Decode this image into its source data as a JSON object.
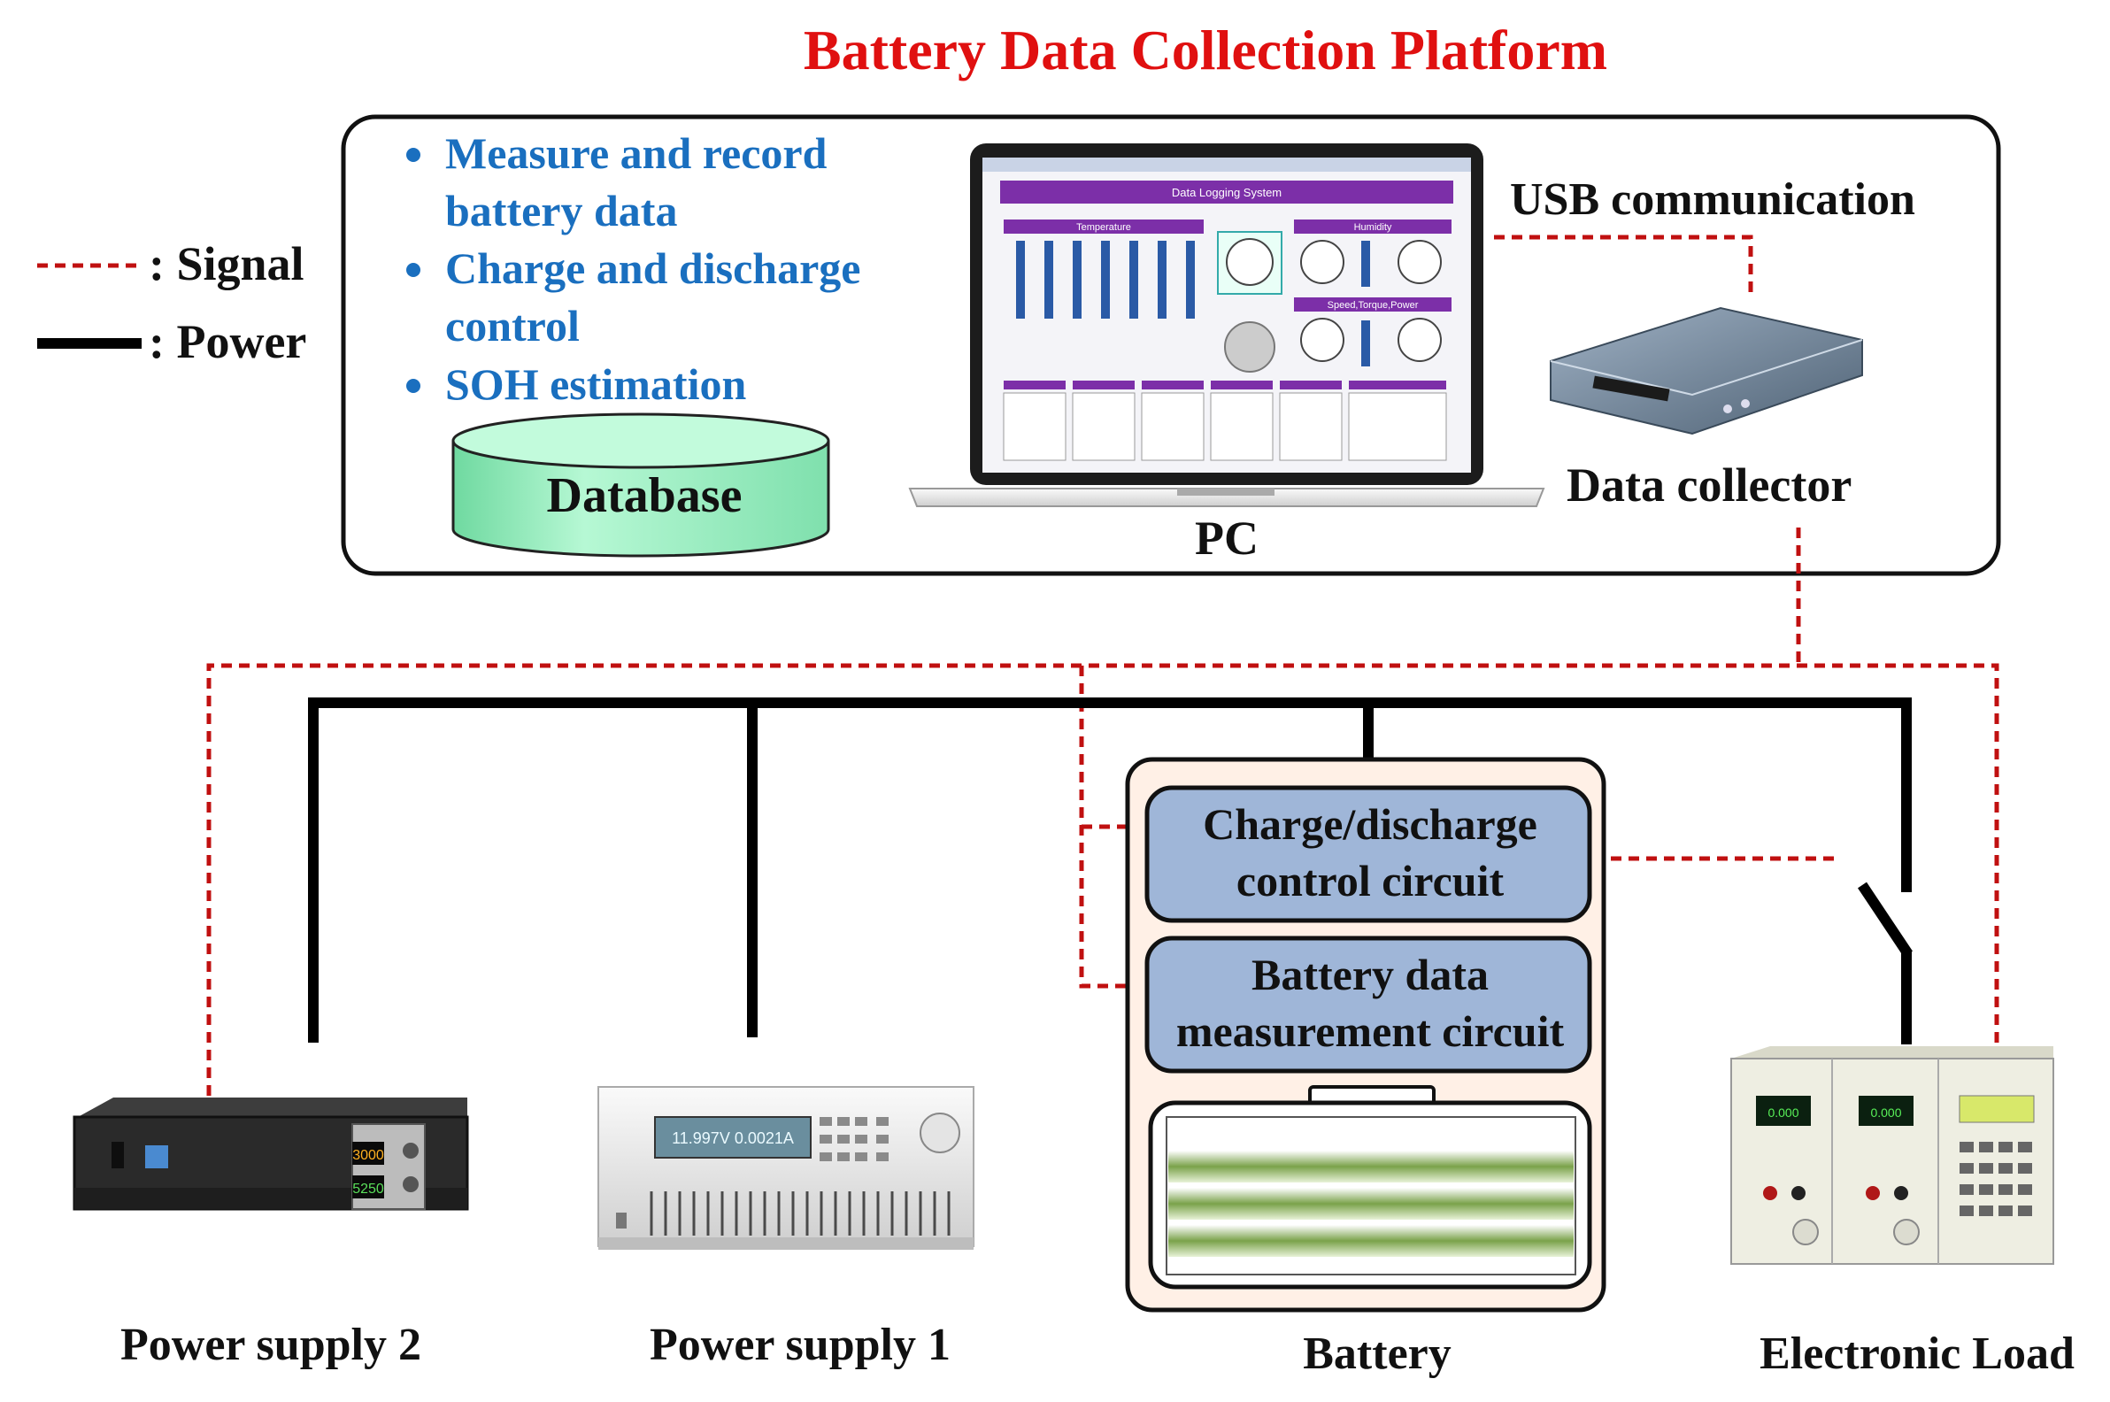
{
  "title": "Battery Data Collection Platform",
  "legend": {
    "signal_label": ": Signal",
    "power_label": ": Power"
  },
  "features": [
    "Measure and record",
    "battery data",
    "Charge and discharge",
    "control",
    "SOH estimation"
  ],
  "database_label": "Database",
  "pc_label": "PC",
  "usb_label": "USB communication",
  "collector_label": "Data collector",
  "charge_circuit": [
    "Charge/discharge",
    "control circuit"
  ],
  "measure_circuit": [
    "Battery data",
    "measurement circuit"
  ],
  "devices": {
    "power_supply_2": "Power supply 2",
    "power_supply_1": "Power supply 1",
    "battery": "Battery",
    "electronic_load": "Electronic Load"
  },
  "screen": {
    "system_title": "Data Logging System",
    "panels": [
      "Temperature",
      "Humidity",
      "Speed,Torque,Power"
    ]
  },
  "ps1_display": "11.997V 0.0021A",
  "ps2_display": [
    "3000",
    "5250"
  ],
  "load_display": [
    "0.000",
    "0.000"
  ],
  "colors": {
    "title": "#e01010",
    "feature_text": "#1a6fbf",
    "signal": "#c01010",
    "power": "#000000",
    "database": "#9ff3c4",
    "circuit_box": "#9fb6d8",
    "battery_box": "#fff0e6"
  }
}
